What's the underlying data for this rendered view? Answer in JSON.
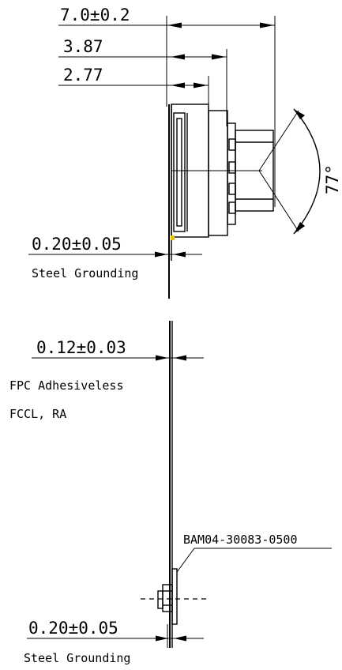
{
  "dimensions": {
    "overall_thickness": "7.0±0.2",
    "housing_depth": "3.87",
    "module_depth": "2.77",
    "top_steel_thickness": "0.20±0.05",
    "fpc_thickness": "0.12±0.03",
    "bottom_steel_thickness": "0.20±0.05",
    "angle_partial": "77°"
  },
  "notes": {
    "top_steel": "Steel Grounding",
    "fpc_line1": "FPC Adhesiveless",
    "fpc_line2": "FCCL, RA",
    "connector_part": "BAM04-30083-0500",
    "bottom_steel": "Steel Grounding"
  },
  "colors": {
    "line": "#000000",
    "background": "#ffffff",
    "stiffener_accent": "#e8c400"
  }
}
